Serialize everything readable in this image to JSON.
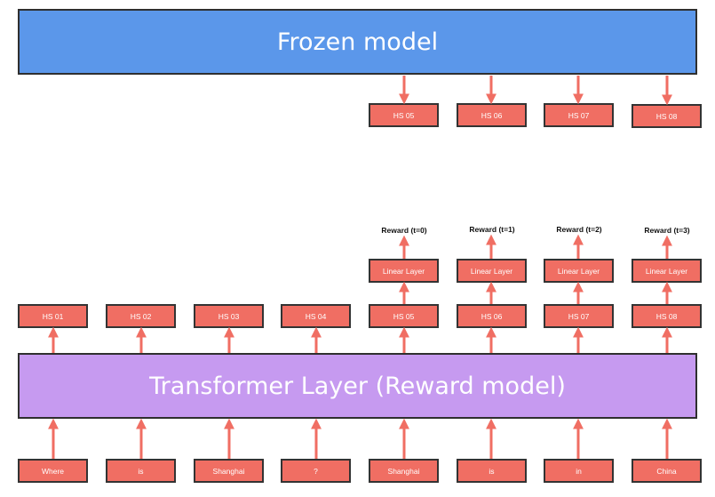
{
  "frozen_model": {
    "label": "Frozen model"
  },
  "reward_model": {
    "label": "Transformer Layer (Reward model)"
  },
  "frozen_outputs": [
    "HS 05",
    "HS 06",
    "HS 07",
    "HS 08"
  ],
  "inputs": [
    "Where",
    "is",
    "Shanghai",
    "?",
    "Shanghai",
    "is",
    "in",
    "China"
  ],
  "hidden_states": [
    "HS 01",
    "HS 02",
    "HS 03",
    "HS 04",
    "HS 05",
    "HS 06",
    "HS 07",
    "HS 08"
  ],
  "linear_layers": [
    "Linear Layer",
    "Linear Layer",
    "Linear Layer",
    "Linear Layer"
  ],
  "rewards": [
    "Reward (t=0)",
    "Reward (t=1)",
    "Reward (t=2)",
    "Reward (t=3)"
  ],
  "colors": {
    "frozen": "#5b97ea",
    "reward_model": "#c69af0",
    "box": "#f06e63",
    "arrow": "#f06e63"
  }
}
